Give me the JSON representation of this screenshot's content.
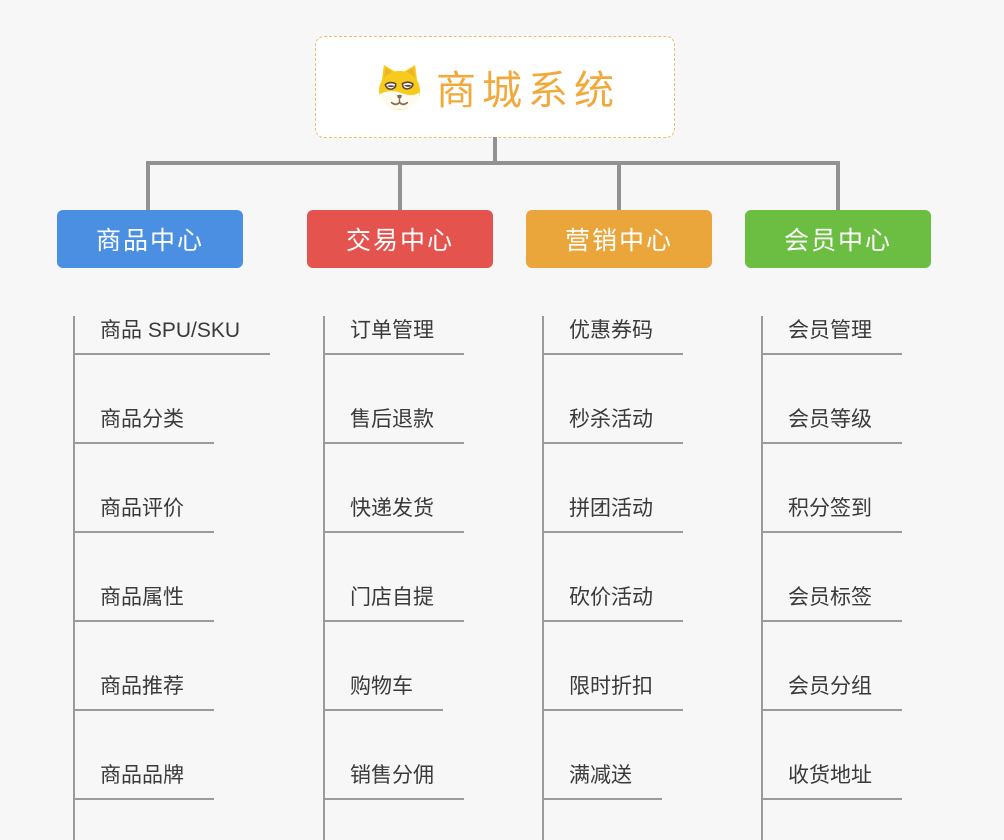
{
  "root": {
    "title": "商城系统",
    "icon": "dog-icon",
    "accent_color": "#F2A93C",
    "border_color": "#EFBC6B",
    "background": "#FFFFFF"
  },
  "connector_color": "#929292",
  "leaf_line_color": "#9B9B9B",
  "canvas_background": "#F7F7F7",
  "branches": [
    {
      "id": "product-center",
      "label": "商品中心",
      "color": "#4A8FE2",
      "items": [
        "商品 SPU/SKU",
        "商品分类",
        "商品评价",
        "商品属性",
        "商品推荐",
        "商品品牌"
      ]
    },
    {
      "id": "trade-center",
      "label": "交易中心",
      "color": "#E5534F",
      "items": [
        "订单管理",
        "售后退款",
        "快递发货",
        "门店自提",
        "购物车",
        "销售分佣"
      ]
    },
    {
      "id": "marketing-center",
      "label": "营销中心",
      "color": "#EAA63B",
      "items": [
        "优惠券码",
        "秒杀活动",
        "拼团活动",
        "砍价活动",
        "限时折扣",
        "满减送"
      ]
    },
    {
      "id": "member-center",
      "label": "会员中心",
      "color": "#6CBE42",
      "items": [
        "会员管理",
        "会员等级",
        "积分签到",
        "会员标签",
        "会员分组",
        "收货地址"
      ]
    }
  ]
}
